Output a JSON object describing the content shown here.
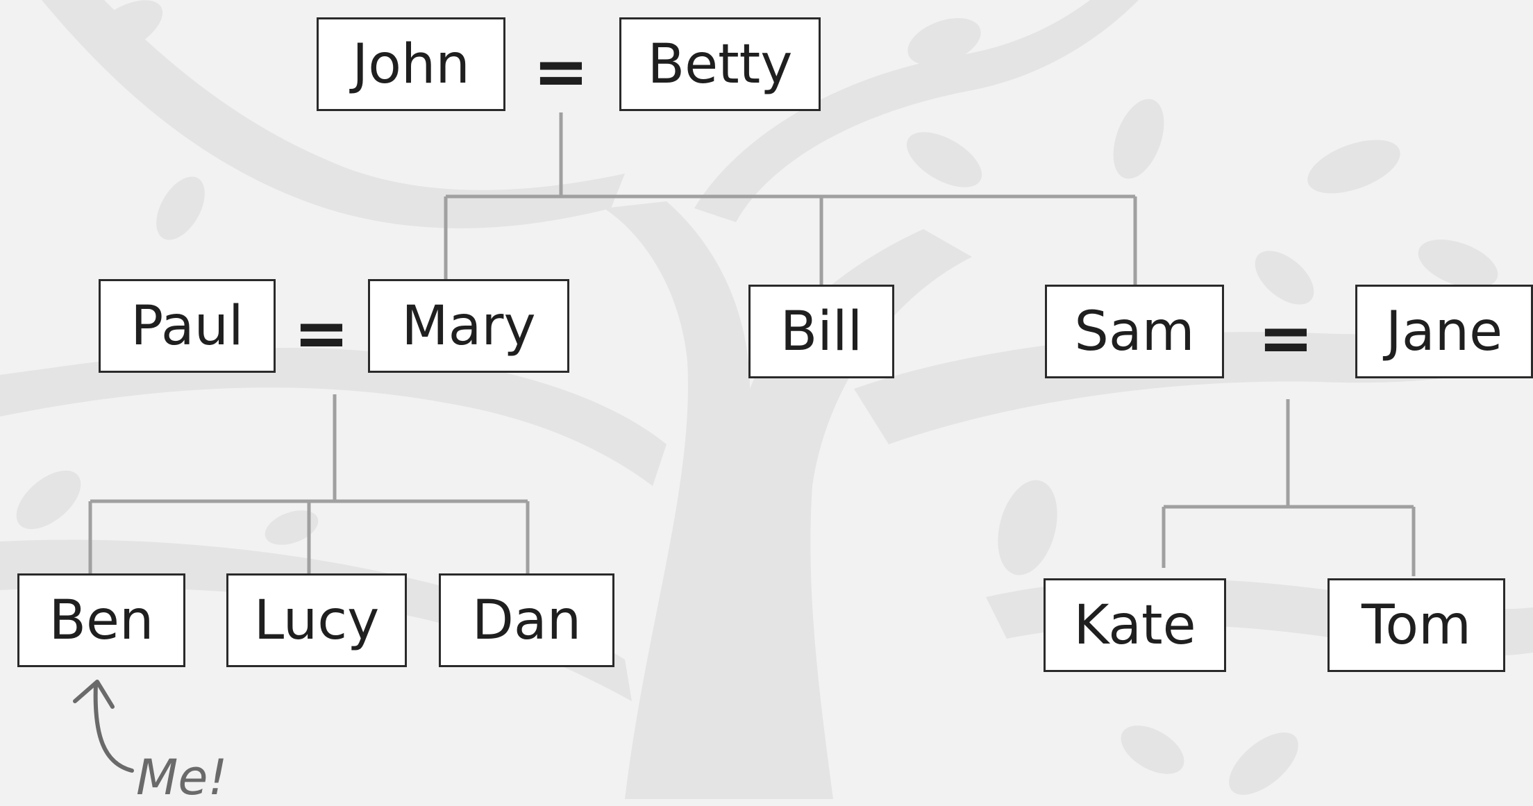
{
  "colors": {
    "background": "#f2f2f2",
    "tree_silhouette": "#e2e2e2",
    "connector": "#a0a0a0",
    "box_border": "#2a2a2a",
    "text": "#1f1f1f",
    "annotation": "#6a6a6a"
  },
  "people": {
    "john": "John",
    "betty": "Betty",
    "paul": "Paul",
    "mary": "Mary",
    "bill": "Bill",
    "sam": "Sam",
    "jane": "Jane",
    "ben": "Ben",
    "lucy": "Lucy",
    "dan": "Dan",
    "kate": "Kate",
    "tom": "Tom"
  },
  "marriage_symbol": "=",
  "annotation": {
    "text": "Me!",
    "target": "Ben",
    "icon": "curved-arrow-icon"
  }
}
